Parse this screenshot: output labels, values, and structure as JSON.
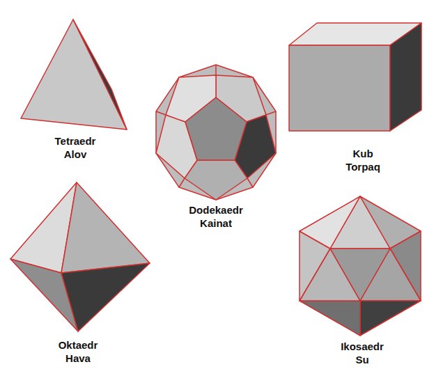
{
  "diagram": {
    "labels": [
      "Tetraedr",
      "Alov",
      "Kub",
      "Torpaq",
      "Dodekaedr",
      "Kainat",
      "Oktaedr",
      "Hava",
      "Ikosaedr",
      "Su"
    ]
  }
}
